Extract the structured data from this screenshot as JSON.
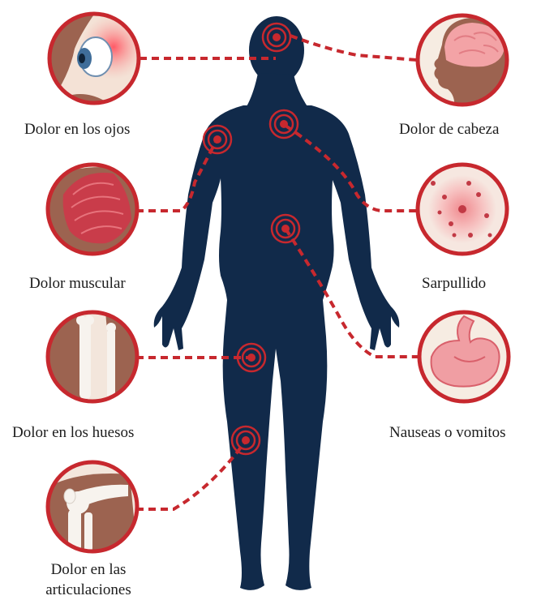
{
  "symptoms": {
    "eye_pain": "Dolor en los ojos",
    "headache": "Dolor de cabeza",
    "muscle_pain": "Dolor muscular",
    "rash": "Sarpullido",
    "bone_pain": "Dolor en los huesos",
    "nausea": "Nauseas o vomitos",
    "joint_pain": "Dolor en las articulaciones"
  },
  "colors": {
    "body": "#112a4a",
    "accent": "#c7282e",
    "skin": "#9c6350",
    "circle_bg": "#f6efe7"
  }
}
